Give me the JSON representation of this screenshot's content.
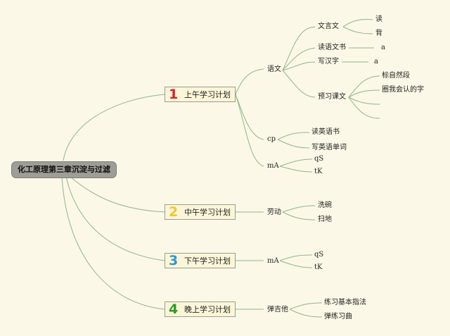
{
  "root": "化工原理第三章沉淀与过滤",
  "plans": [
    {
      "num": "1",
      "color": "#d8202a",
      "label": "上午学习计划"
    },
    {
      "num": "2",
      "color": "#f2c531",
      "label": "中午学习计划"
    },
    {
      "num": "3",
      "color": "#2b9ad3",
      "label": "下午学习计划"
    },
    {
      "num": "4",
      "color": "#2f9a2a",
      "label": "晚上学习计划"
    }
  ],
  "branches": {
    "yuwen": "语文",
    "cp": "cp",
    "ma1": "mA",
    "laodong": "劳动",
    "ma2": "mA",
    "guitar": "弹吉他"
  },
  "leaves": {
    "wenyanwen": "文言文",
    "du": "读",
    "bei": "背",
    "duyuwen": "读语文书",
    "a1": "a",
    "xiehanzi": "写汉字",
    "a2": "a",
    "yuxi": "预习课文",
    "biaoziran": "标自然段",
    "quanwo": "圈我会认的字",
    "duyingyu": "读英语书",
    "xieyingyu": "写英语单词",
    "qs1": "qS",
    "tk1": "tK",
    "xiwan": "洗碗",
    "saodi": "扫地",
    "qs2": "qS",
    "tk2": "tK",
    "lianxi": "练习基本指法",
    "tanlian": "弹练习曲"
  }
}
